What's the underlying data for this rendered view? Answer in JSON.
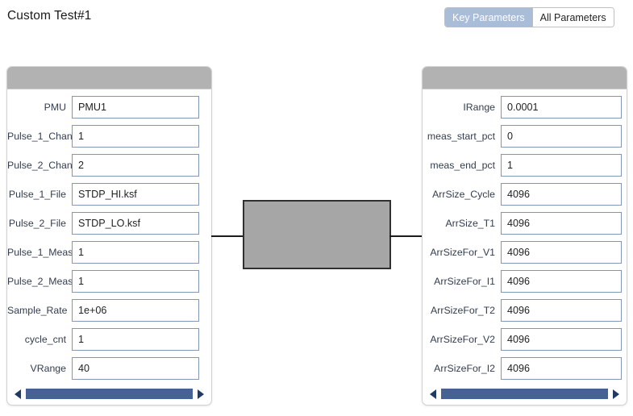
{
  "header": {
    "title": "Custom Test#1"
  },
  "param_toggle": {
    "options": [
      {
        "label": "Key Parameters",
        "selected": true
      },
      {
        "label": "All Parameters",
        "selected": false
      }
    ]
  },
  "left_panel": {
    "fields": [
      {
        "label": "PMU",
        "value": "PMU1"
      },
      {
        "label": "Pulse_1_Chan",
        "value": "1"
      },
      {
        "label": "Pulse_2_Chan",
        "value": "2"
      },
      {
        "label": "Pulse_1_File",
        "value": "STDP_HI.ksf"
      },
      {
        "label": "Pulse_2_File",
        "value": "STDP_LO.ksf"
      },
      {
        "label": "Pulse_1_Meas",
        "value": "1"
      },
      {
        "label": "Pulse_2_Meas",
        "value": "1"
      },
      {
        "label": "Sample_Rate",
        "value": "1e+06"
      },
      {
        "label": "cycle_cnt",
        "value": "1"
      },
      {
        "label": "VRange",
        "value": "40"
      }
    ],
    "scrollbar": {
      "left_arrow": "scroll-left-icon",
      "right_arrow": "scroll-right-icon",
      "thumb_percent": 100
    }
  },
  "right_panel": {
    "fields": [
      {
        "label": "IRange",
        "value": "0.0001"
      },
      {
        "label": "meas_start_pct",
        "value": "0"
      },
      {
        "label": "meas_end_pct",
        "value": "1"
      },
      {
        "label": "ArrSize_Cycle",
        "value": "4096"
      },
      {
        "label": "ArrSize_T1",
        "value": "4096"
      },
      {
        "label": "ArrSizeFor_V1",
        "value": "4096"
      },
      {
        "label": "ArrSizeFor_I1",
        "value": "4096"
      },
      {
        "label": "ArrSizeFor_T2",
        "value": "4096"
      },
      {
        "label": "ArrSizeFor_V2",
        "value": "4096"
      },
      {
        "label": "ArrSizeFor_I2",
        "value": "4096"
      }
    ],
    "scrollbar": {
      "left_arrow": "scroll-left-icon",
      "right_arrow": "scroll-right-icon",
      "thumb_percent": 100
    }
  },
  "diagram": {
    "device_label": "",
    "left_wire": "wire",
    "right_wire": "wire"
  },
  "colors": {
    "toggle_selected_bg": "#a9bdd9",
    "panel_header_bg": "#b2b2b2",
    "input_border": "#8296b9",
    "scroll_thumb": "#466193",
    "device_fill": "#a6a6a6",
    "device_border": "#303030",
    "label_text": "#333d4f"
  }
}
